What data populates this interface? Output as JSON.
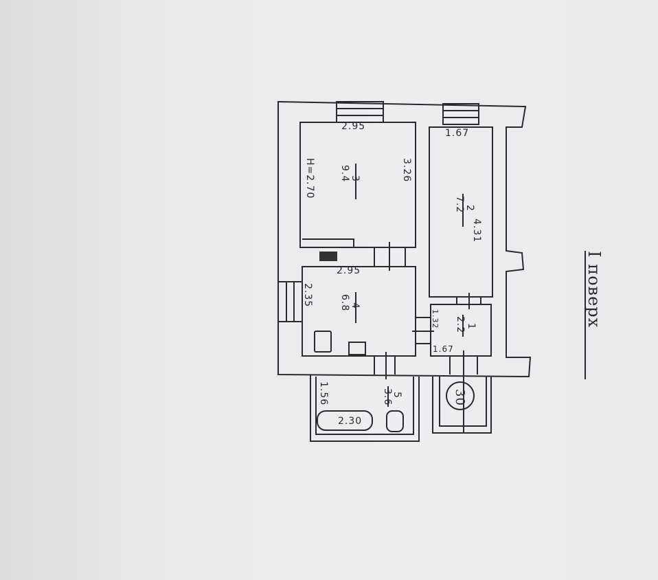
{
  "plan": {
    "floor_label": "I поверх",
    "height_label": "H=2.70",
    "rooms": [
      {
        "number": "1",
        "area": "2.2",
        "dim_a": "1.32",
        "dim_b": "1.67"
      },
      {
        "number": "2",
        "area": "7.2",
        "dim_a": "1.67",
        "dim_b": "4.31"
      },
      {
        "number": "3",
        "area": "9.4",
        "dim_a": "2.95",
        "dim_b": "3.26"
      },
      {
        "number": "4",
        "area": "6.8",
        "dim_a": "2.95",
        "dim_b": "2.35"
      },
      {
        "number": "5",
        "area": "3.6",
        "dim_a": "1.56",
        "dim_b": "2.30"
      }
    ],
    "entrance_mark": "30"
  }
}
